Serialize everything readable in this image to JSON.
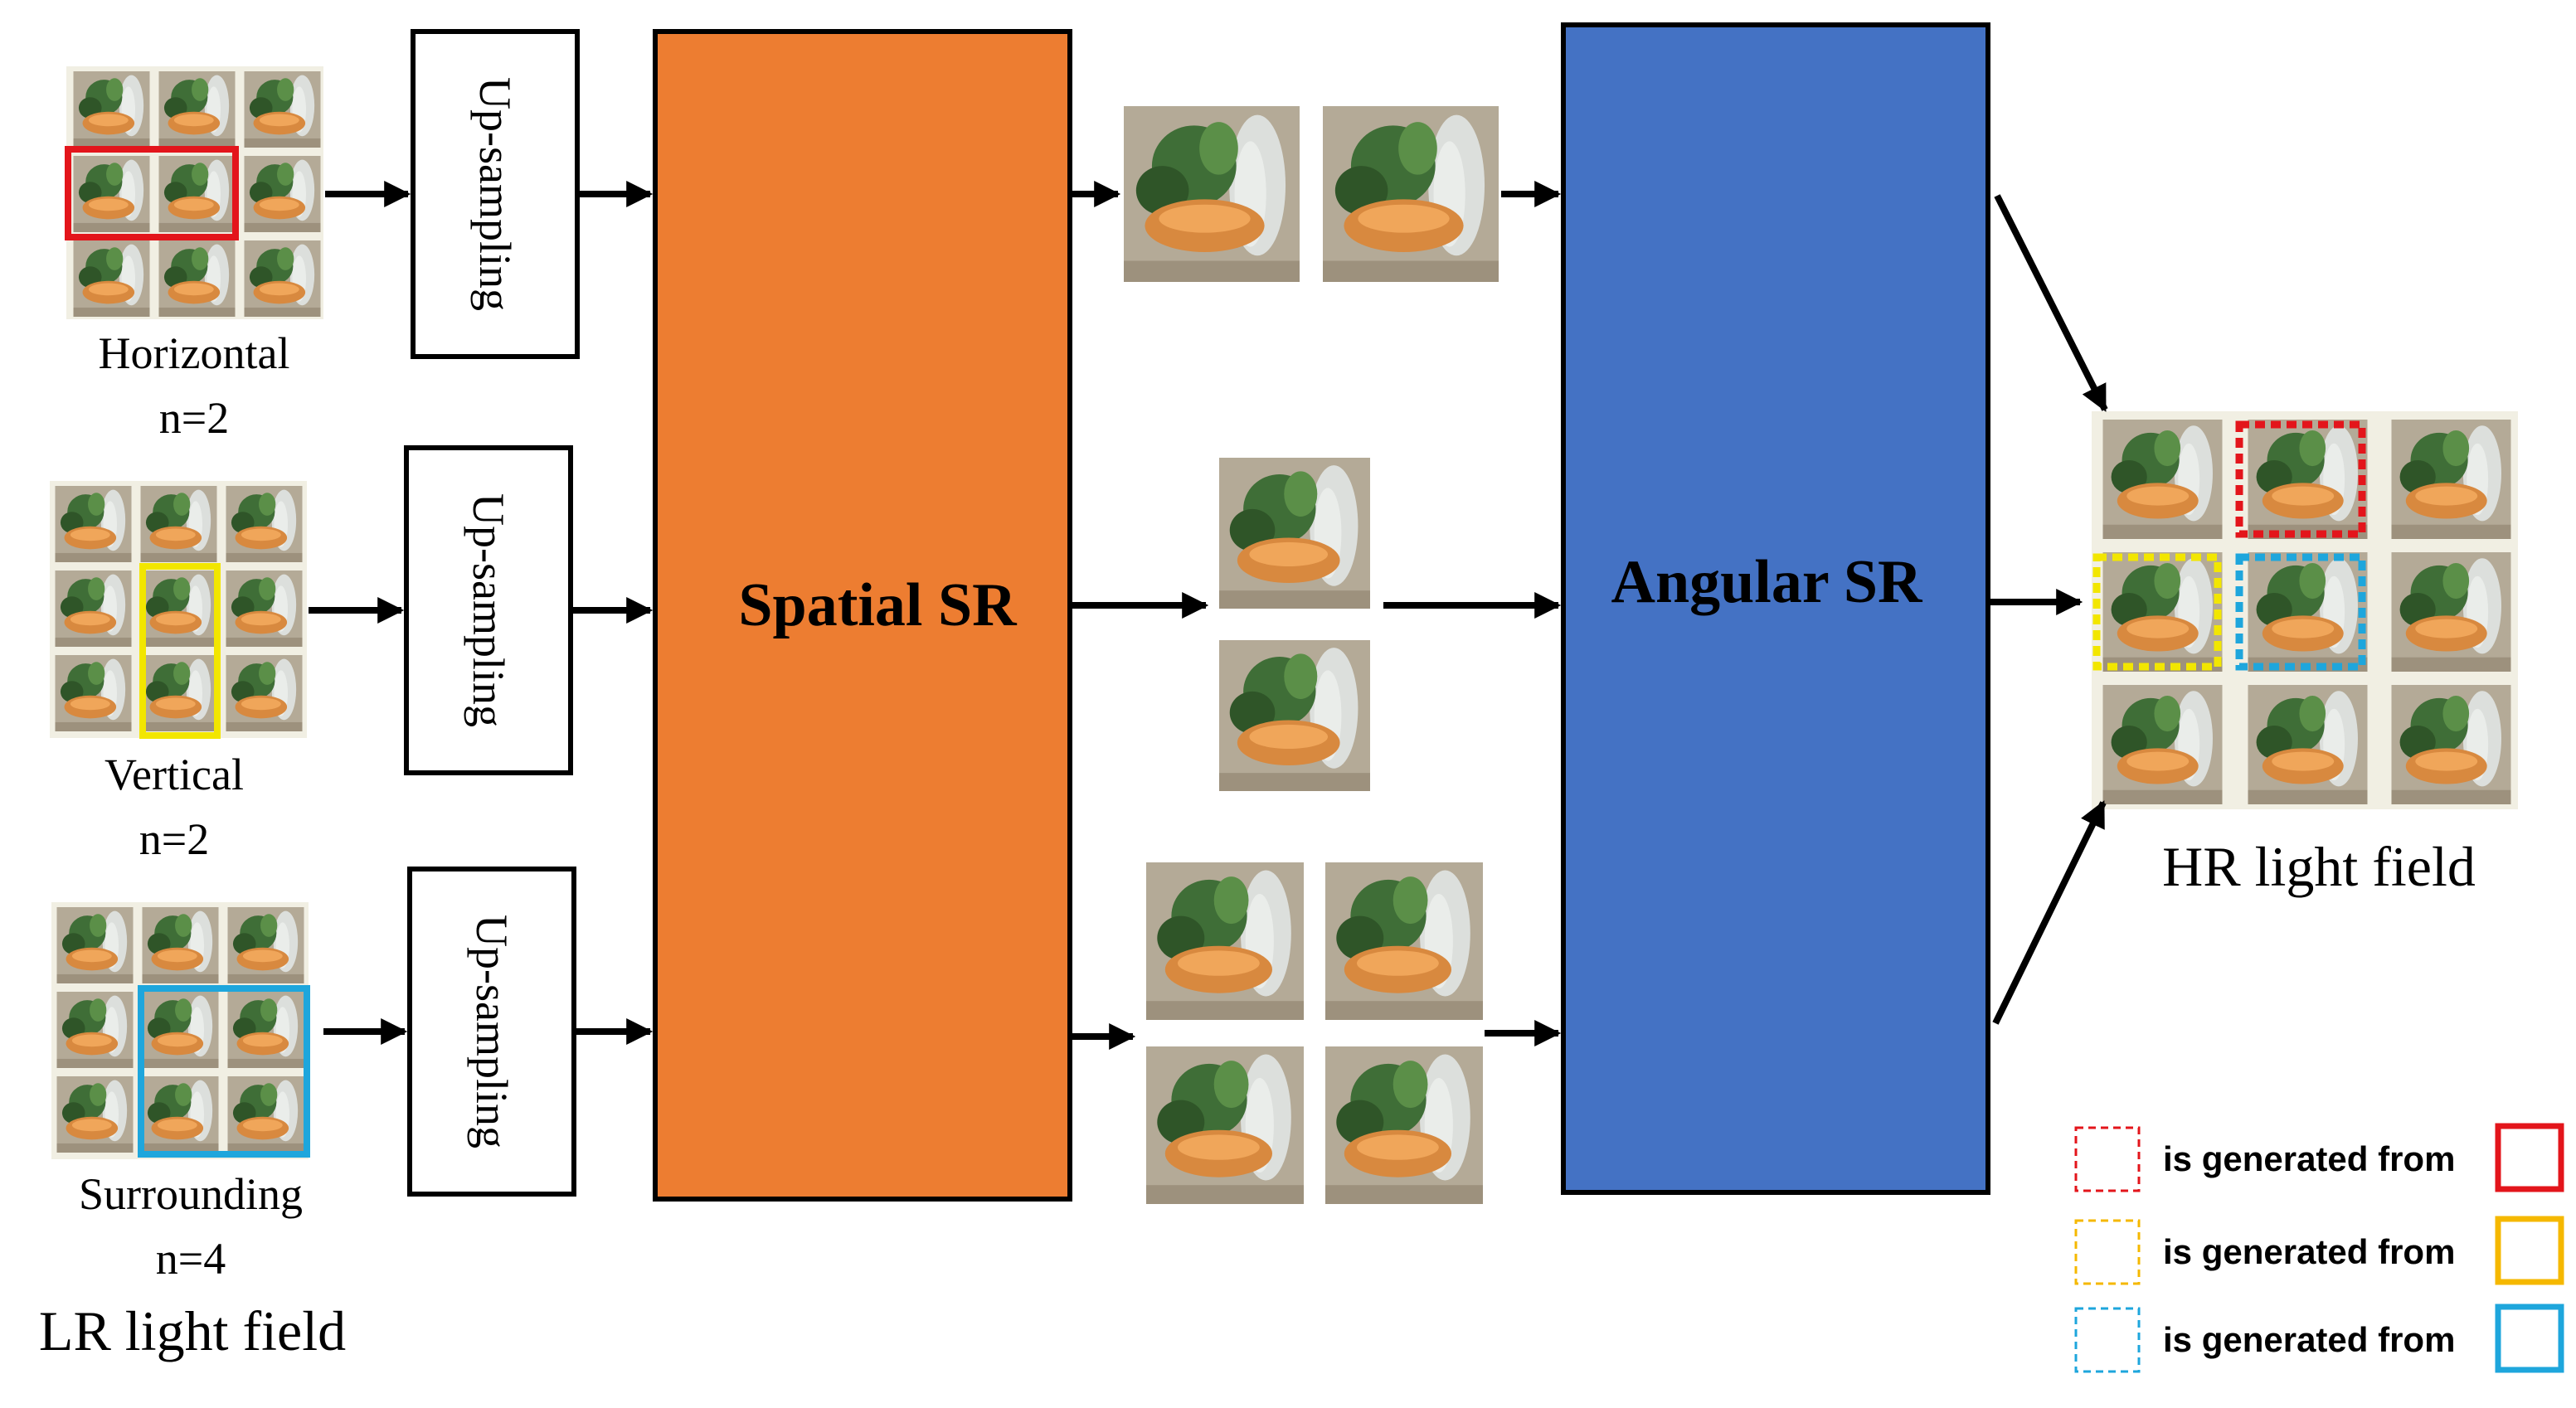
{
  "lr_groups": [
    {
      "label": "Horizontal",
      "n_label": "n=2",
      "highlight_color": "#e3151b"
    },
    {
      "label": "Vertical",
      "n_label": "n=2",
      "highlight_color": "#f2e600"
    },
    {
      "label": "Surrounding",
      "n_label": "n=4",
      "highlight_color": "#1ea6dc"
    }
  ],
  "upsampling_label": "Up-sampling",
  "lr_title": "LR light field",
  "spatial_sr": {
    "label": "Spatial SR",
    "color": "#ed7d31"
  },
  "angular_sr": {
    "label": "Angular SR",
    "color": "#4472c4"
  },
  "hr_title": "HR light field",
  "legend": [
    {
      "text": "is generated from",
      "color": "#e3151b"
    },
    {
      "text": "is generated from",
      "color": "#f5b800"
    },
    {
      "text": "is generated from",
      "color": "#1ea6dc"
    }
  ]
}
